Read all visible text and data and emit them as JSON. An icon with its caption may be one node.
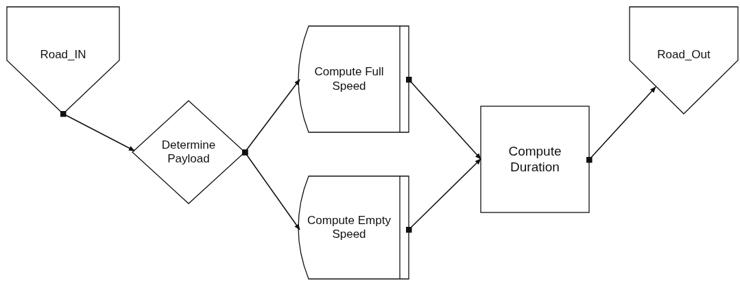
{
  "diagram": {
    "nodes": [
      {
        "text": [
          "Road_IN"
        ]
      },
      {
        "text": [
          "Determine Payload"
        ]
      },
      {
        "text": [
          "Compute Full Speed"
        ]
      },
      {
        "text": [
          "Compute Empty Speed"
        ]
      },
      {
        "text": [
          "Compute Duration"
        ]
      },
      {
        "text": [
          "Road_Out"
        ]
      }
    ],
    "edges": [
      {
        "from": 0,
        "to": 1,
        "arrow": "to"
      },
      {
        "from": 1,
        "to": 2,
        "arrow": "to"
      },
      {
        "from": 1,
        "to": 3,
        "arrow": "to"
      },
      {
        "from": 2,
        "to": 4,
        "arrow": "to"
      },
      {
        "from": 3,
        "to": 4,
        "arrow": "to"
      },
      {
        "from": 4,
        "to": 5,
        "arrow": "to"
      }
    ]
  }
}
